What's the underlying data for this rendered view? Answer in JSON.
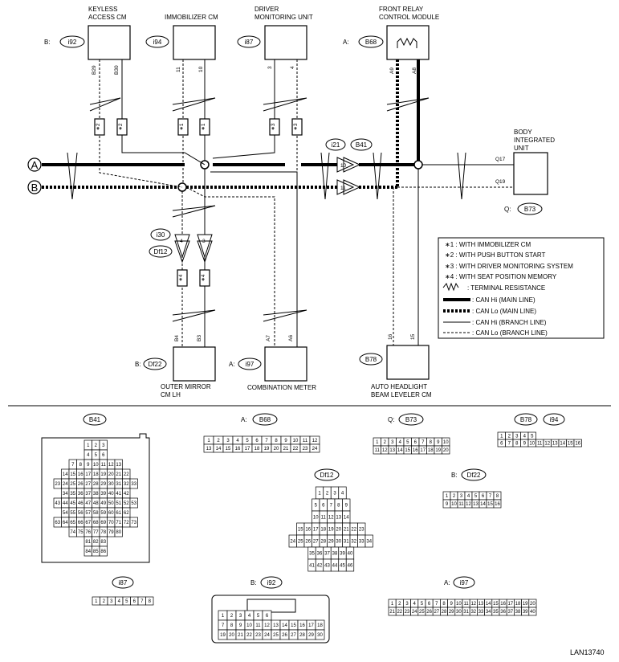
{
  "modules": {
    "keyless": {
      "name": "KEYLESS\nACCESS CM",
      "conn_prefix": "B:",
      "conn": "i92",
      "pins": [
        "B29",
        "B30"
      ]
    },
    "immobilizer": {
      "name": "IMMOBILIZER CM",
      "conn": "i94",
      "pins": [
        "11",
        "10"
      ]
    },
    "driver_monitoring": {
      "name": "DRIVER\nMONITORING UNIT",
      "conn": "i87",
      "pins": [
        "3",
        "4"
      ]
    },
    "front_relay": {
      "name": "FRONT RELAY\nCONTROL MODULE",
      "conn_prefix": "A:",
      "conn": "B68",
      "pins": [
        "A9",
        "A8"
      ]
    },
    "body_integrated": {
      "name": "BODY\nINTEGRATED\nUNIT",
      "conn_prefix": "Q:",
      "conn": "B73",
      "pins": [
        "Q17",
        "Q19"
      ]
    },
    "outer_mirror": {
      "name": "OUTER MIRROR\nCM LH",
      "conn_prefix": "B:",
      "conn": "Df22",
      "pins": [
        "B4",
        "B3"
      ]
    },
    "combination_meter": {
      "name": "COMBINATION METER",
      "conn_prefix": "A:",
      "conn": "i97",
      "pins": [
        "A7",
        "A6"
      ]
    },
    "headlight_leveler": {
      "name": "AUTO HEADLIGHT\nBEAM LEVELER CM",
      "conn": "B78",
      "pins": [
        "16",
        "15"
      ]
    }
  },
  "bus_labels": {
    "a": "A",
    "b": "B"
  },
  "junction_connectors": {
    "i21_b41": {
      "conns": [
        "i21",
        "B41"
      ],
      "pins": [
        "10",
        "11"
      ]
    },
    "i30_df12": {
      "conns": [
        "i30",
        "Df12"
      ],
      "pins": [
        "4",
        "3"
      ]
    }
  },
  "wire_notes": {
    "keyless": [
      "∗2",
      "∗2"
    ],
    "immobilizer": [
      "∗1",
      "∗1"
    ],
    "driver_monitoring": [
      "∗3",
      "∗3"
    ],
    "mirror": [
      "∗4",
      "∗4"
    ]
  },
  "legend": {
    "notes": [
      "∗1 : WITH IMMOBILIZER CM",
      "∗2 : WITH PUSH BUTTON START",
      "∗3 : WITH DRIVER MONITORING SYSTEM",
      "∗4 : WITH SEAT POSITION MEMORY"
    ],
    "lines": [
      ": TERMINAL RESISTANCE",
      ": CAN Hi (MAIN LINE)",
      ": CAN Lo (MAIN LINE)",
      ": CAN Hi (BRANCH LINE)",
      ": CAN Lo (BRANCH LINE)"
    ]
  },
  "connector_views": {
    "b41": {
      "title": "B41",
      "rows": [
        [
          "1",
          "2",
          "3"
        ],
        [
          "4",
          "5",
          "6"
        ],
        [
          "7",
          "8",
          "9",
          "10",
          "11",
          "12",
          "13"
        ],
        [
          "14",
          "15",
          "16",
          "17",
          "18",
          "19",
          "20",
          "21",
          "22"
        ],
        [
          "23",
          "24",
          "25",
          "26",
          "27",
          "28",
          "29",
          "30",
          "31",
          "32",
          "33"
        ],
        [
          "34",
          "35",
          "36",
          "37",
          "38",
          "39",
          "40",
          "41",
          "42"
        ],
        [
          "43",
          "44",
          "45",
          "46",
          "47",
          "48",
          "49",
          "50",
          "51",
          "52",
          "53"
        ],
        [
          "54",
          "55",
          "56",
          "57",
          "58",
          "59",
          "60",
          "61",
          "62"
        ],
        [
          "63",
          "64",
          "65",
          "66",
          "67",
          "68",
          "69",
          "70",
          "71",
          "72",
          "73"
        ],
        [
          "74",
          "75",
          "76",
          "77",
          "78",
          "79",
          "80"
        ],
        [
          "81",
          "82",
          "83"
        ],
        [
          "84",
          "85",
          "86"
        ]
      ]
    },
    "b68": {
      "prefix": "A:",
      "title": "B68",
      "rows": [
        [
          "1",
          "2",
          "3",
          "4",
          "5",
          "6",
          "7",
          "8",
          "9",
          "10",
          "11",
          "12"
        ],
        [
          "13",
          "14",
          "15",
          "16",
          "17",
          "18",
          "19",
          "20",
          "21",
          "22",
          "23",
          "24"
        ]
      ]
    },
    "b73": {
      "prefix": "Q:",
      "title": "B73",
      "rows": [
        [
          "1",
          "2",
          "3",
          "4",
          "5",
          "6",
          "7",
          "8",
          "9",
          "10"
        ],
        [
          "11",
          "12",
          "13",
          "14",
          "15",
          "16",
          "17",
          "18",
          "19",
          "20"
        ]
      ]
    },
    "b78_i94": {
      "titles": [
        "B78",
        "i94"
      ],
      "rows": [
        [
          "1",
          "2",
          "3",
          "4",
          "5"
        ],
        [
          "6",
          "7",
          "8",
          "9",
          "10",
          "11",
          "12",
          "13",
          "14",
          "15",
          "16"
        ]
      ]
    },
    "df12": {
      "title": "Df12",
      "rows": [
        [
          "1",
          "2",
          "3",
          "4"
        ],
        [
          "5",
          "6",
          "7",
          "8",
          "9"
        ],
        [
          "10",
          "11",
          "12",
          "13",
          "14"
        ],
        [
          "15",
          "16",
          "17",
          "18",
          "19",
          "20",
          "21",
          "22",
          "23"
        ],
        [
          "24",
          "25",
          "26",
          "27",
          "28",
          "29",
          "30",
          "31",
          "32",
          "33",
          "34"
        ],
        [
          "35",
          "36",
          "37",
          "38",
          "39",
          "40"
        ],
        [
          "41",
          "42",
          "43",
          "44",
          "45",
          "46"
        ]
      ]
    },
    "df22": {
      "prefix": "B:",
      "title": "Df22",
      "rows": [
        [
          "1",
          "2",
          "3",
          "4",
          "5",
          "6",
          "7",
          "8"
        ],
        [
          "9",
          "10",
          "11",
          "12",
          "13",
          "14",
          "15",
          "16"
        ]
      ]
    },
    "i87": {
      "title": "i87",
      "rows": [
        [
          "1",
          "2",
          "3",
          "4",
          "5",
          "6",
          "7",
          "8"
        ]
      ]
    },
    "i92": {
      "prefix": "B:",
      "title": "i92",
      "rows": [
        [
          "1",
          "2",
          "3",
          "4",
          "5",
          "6"
        ],
        [
          "7",
          "8",
          "9",
          "10",
          "11",
          "12",
          "13",
          "14",
          "15",
          "16",
          "17",
          "18"
        ],
        [
          "19",
          "20",
          "21",
          "22",
          "23",
          "24",
          "25",
          "26",
          "27",
          "28",
          "29",
          "30"
        ]
      ]
    },
    "i97": {
      "prefix": "A:",
      "title": "i97",
      "rows": [
        [
          "1",
          "2",
          "3",
          "4",
          "5",
          "6",
          "7",
          "8",
          "9",
          "10",
          "11",
          "12",
          "13",
          "14",
          "15",
          "16",
          "17",
          "18",
          "19",
          "20"
        ],
        [
          "21",
          "22",
          "23",
          "24",
          "25",
          "26",
          "27",
          "28",
          "29",
          "30",
          "31",
          "32",
          "33",
          "34",
          "35",
          "36",
          "37",
          "38",
          "39",
          "40"
        ]
      ]
    }
  },
  "figure_id": "LAN13740"
}
